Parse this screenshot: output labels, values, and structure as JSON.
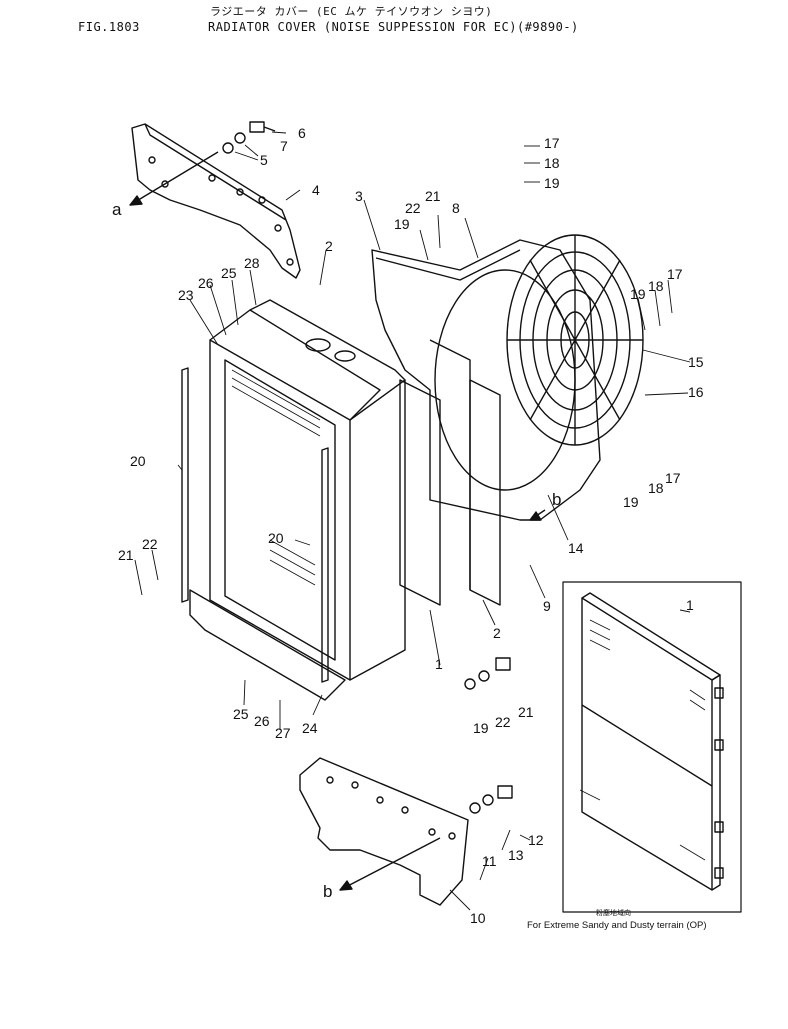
{
  "header": {
    "fig_number": "FIG.1803",
    "japanese_title": "ラジエータ カバー (EC ムケ テイソウオン シヨウ)",
    "title": "RADIATOR COVER (NOISE SUPPESSION FOR EC)(#9890-)"
  },
  "callouts": {
    "p1": "1",
    "p1b": "1",
    "p2": "2",
    "p2b": "2",
    "p3": "3",
    "p4": "4",
    "p5": "5",
    "p6": "6",
    "p7": "7",
    "p8": "8",
    "p9": "9",
    "p10": "10",
    "p11": "11",
    "p12": "12",
    "p13": "13",
    "p14": "14",
    "p15": "15",
    "p16": "16",
    "p17a": "17",
    "p17b": "17",
    "p17c": "17",
    "p18a": "18",
    "p18b": "18",
    "p18c": "18",
    "p19a": "19",
    "p19b": "19",
    "p19c": "19",
    "p19d": "19",
    "p19e": "19",
    "p20a": "20",
    "p20b": "20",
    "p21a": "21",
    "p21b": "21",
    "p21c": "21",
    "p22a": "22",
    "p22b": "22",
    "p22c": "22",
    "p23": "23",
    "p24": "24",
    "p25a": "25",
    "p25b": "25",
    "p26a": "26",
    "p26b": "26",
    "p27": "27",
    "p28": "28"
  },
  "view_markers": {
    "a": "a",
    "b_top": "b",
    "b_bottom": "b"
  },
  "inset": {
    "japanese_caption": "粉塵地域向",
    "caption": "For Extreme Sandy and Dusty terrain (OP)"
  }
}
